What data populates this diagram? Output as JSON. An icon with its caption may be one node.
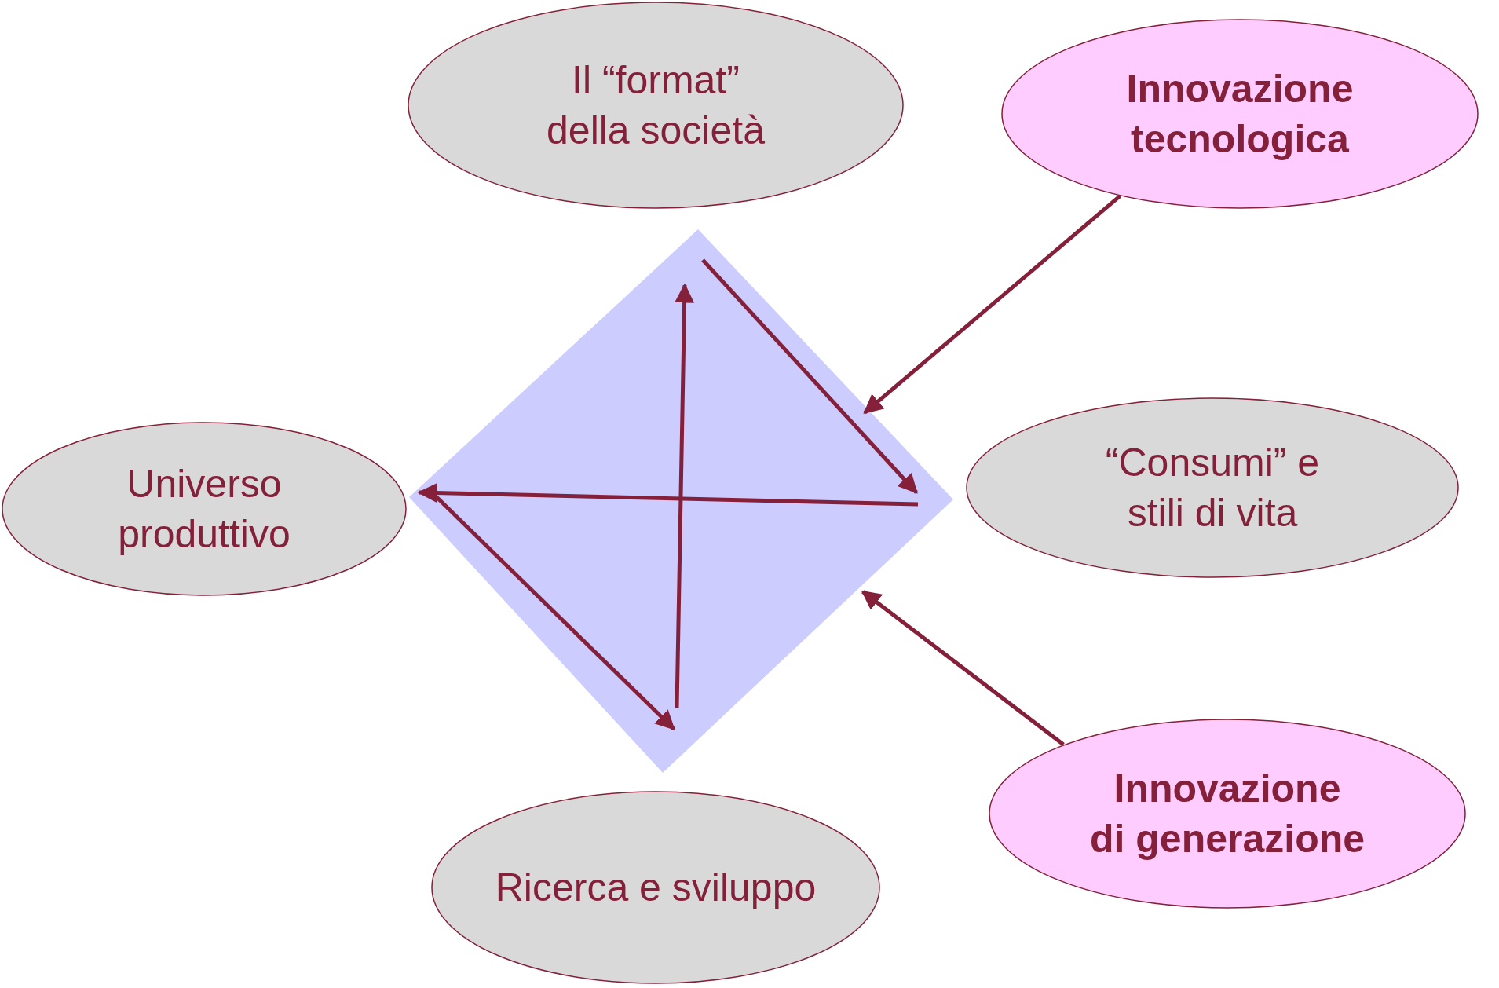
{
  "diagram": {
    "nodes": [
      {
        "text": [
          "Il “format” della società"
        ]
      },
      {
        "text": [
          "Innovazione tecnologica"
        ]
      },
      {
        "text": [
          "Universo produttivo"
        ]
      },
      {
        "text": [],
        "shape": "diamond"
      },
      {
        "text": [
          "“Consumi” e stili di vita"
        ]
      },
      {
        "text": [
          "Ricerca e sviluppo"
        ]
      },
      {
        "text": [
          "Innovazione di generazione"
        ]
      }
    ],
    "edges": [
      {
        "from": 1,
        "to": 3,
        "arrow": "to"
      },
      {
        "from": 6,
        "to": 3,
        "arrow": "to"
      }
    ]
  }
}
